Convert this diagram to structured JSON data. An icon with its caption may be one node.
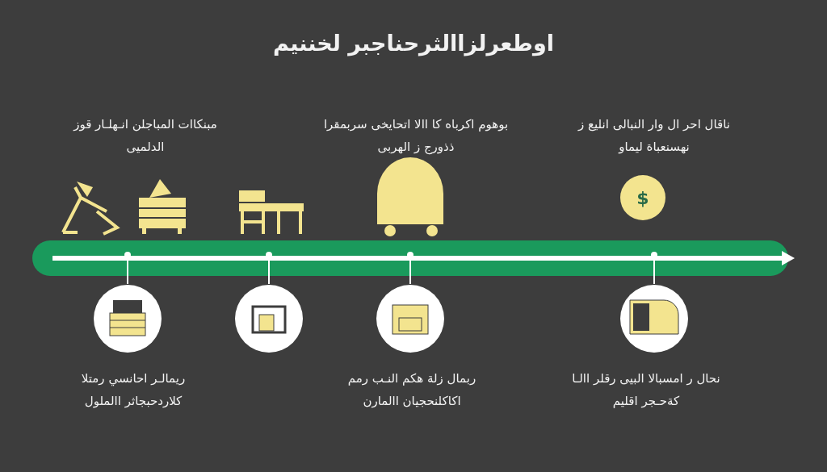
{
  "diagram": {
    "title": "اوطعرلزاالثرحناجبر لخننيم",
    "labels": [
      "مبنكاات المباجلن انـهلـار قوز الدلميى",
      "بوهوم اكرباه كا االا اتحايخى سربمقرا ذذورج ز الهربى",
      "ناقال احر ال وار النبالى انليع ز نهسنعباة ليماو",
      "$",
      "ريمالـر احانسي رمتلا كلاردحبجاثر االملول",
      "ربمال زلة هكم النـب رمم اكاكلنحجيان االمارن",
      "نحال ر امسبالا البيى رقلر االـا كةحـجر اقليم"
    ]
  }
}
